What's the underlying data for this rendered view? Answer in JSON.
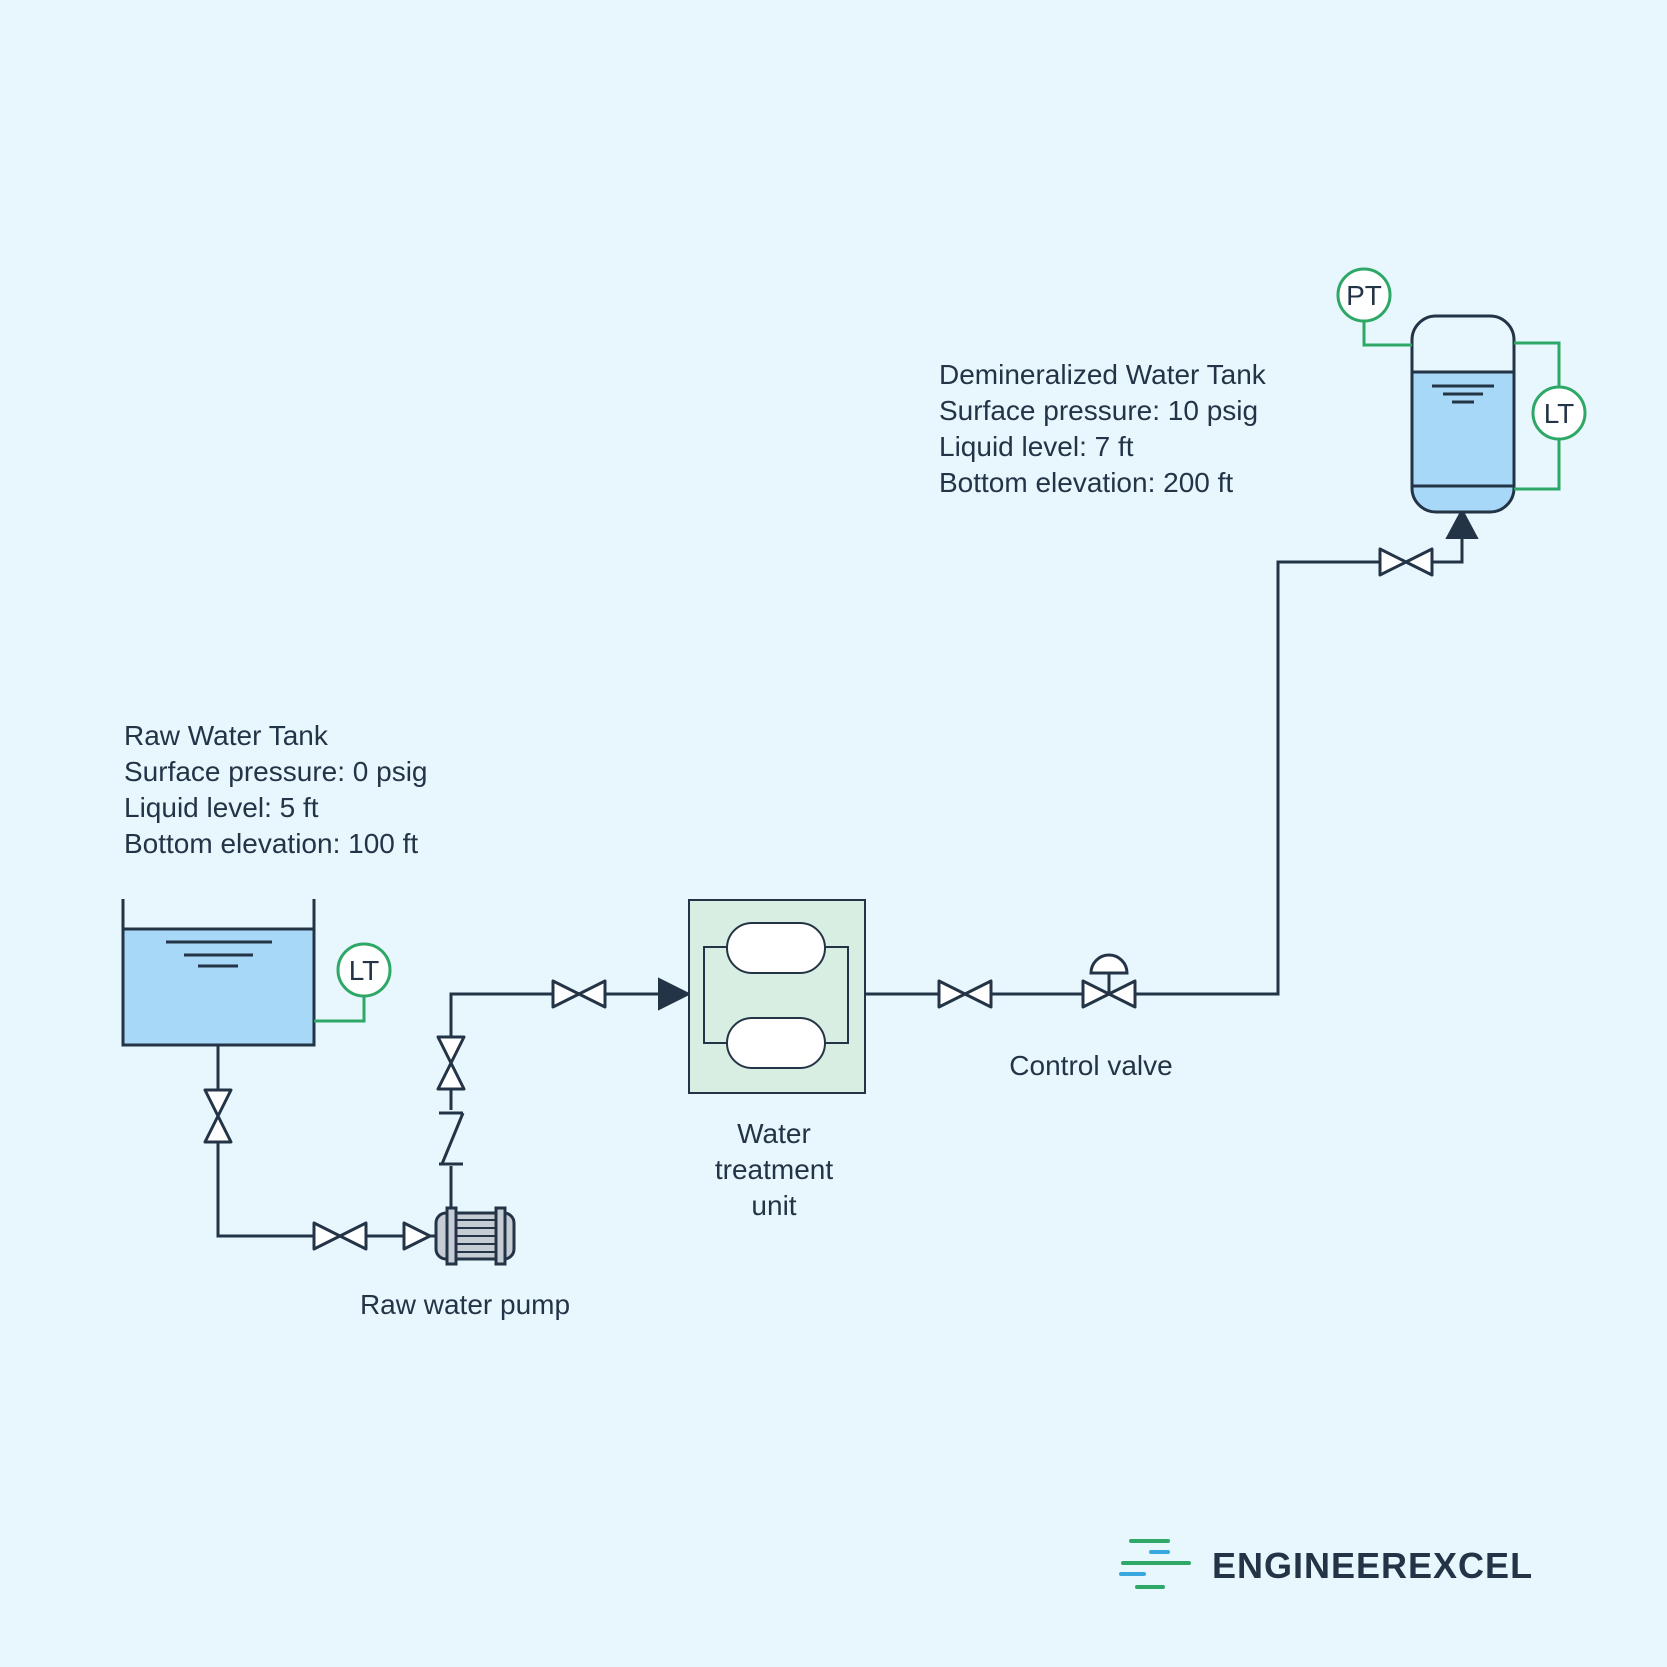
{
  "raw_tank": {
    "title": "Raw Water Tank",
    "pressure": "Surface pressure: 0 psig",
    "level": "Liquid level: 5 ft",
    "elevation": "Bottom elevation: 100 ft",
    "instrument": "LT"
  },
  "demin_tank": {
    "title": "Demineralized Water Tank",
    "pressure": "Surface pressure: 10 psig",
    "level": "Liquid level: 7 ft",
    "elevation": "Bottom elevation: 200 ft",
    "pressure_instrument": "PT",
    "level_instrument": "LT"
  },
  "pump": {
    "label": "Raw water pump"
  },
  "treatment": {
    "line1": "Water",
    "line2": "treatment",
    "line3": "unit"
  },
  "control_valve": {
    "label": "Control valve"
  },
  "brand": {
    "name": "ENGINEEREXCEL"
  },
  "colors": {
    "background": "#e8f6fd",
    "line": "#243447",
    "liquid": "#a8d8f8",
    "signal": "#2ea866",
    "treatment_fill": "#d8eee2",
    "brand_blue": "#3aa8e0",
    "brand_green": "#2ea866"
  }
}
